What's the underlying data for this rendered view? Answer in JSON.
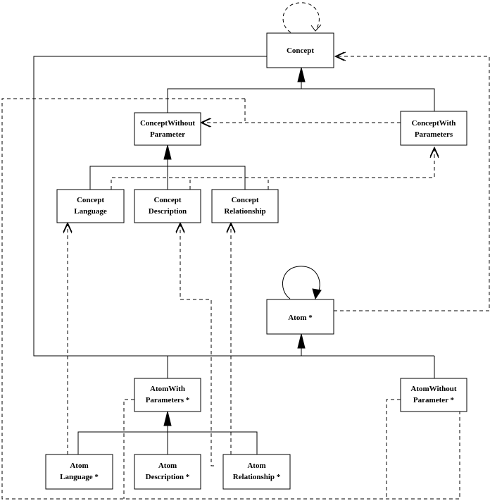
{
  "nodes": {
    "concept": {
      "line1": "Concept",
      "line2": ""
    },
    "concept_without_parameter": {
      "line1": "ConceptWithout",
      "line2": "Parameter"
    },
    "concept_with_parameters": {
      "line1": "ConceptWith",
      "line2": "Parameters"
    },
    "concept_language": {
      "line1": "Concept",
      "line2": "Language"
    },
    "concept_description": {
      "line1": "Concept",
      "line2": "Description"
    },
    "concept_relationship": {
      "line1": "Concept",
      "line2": "Relationship"
    },
    "atom": {
      "line1": "Atom *",
      "line2": ""
    },
    "atom_with_parameters": {
      "line1": "AtomWith",
      "line2": "Parameters *"
    },
    "atom_without_parameter": {
      "line1": "AtomWithout",
      "line2": "Parameter *"
    },
    "atom_language": {
      "line1": "Atom",
      "line2": "Language *"
    },
    "atom_description": {
      "line1": "Atom",
      "line2": "Description *"
    },
    "atom_relationship": {
      "line1": "Atom",
      "line2": "Relationship *"
    }
  }
}
